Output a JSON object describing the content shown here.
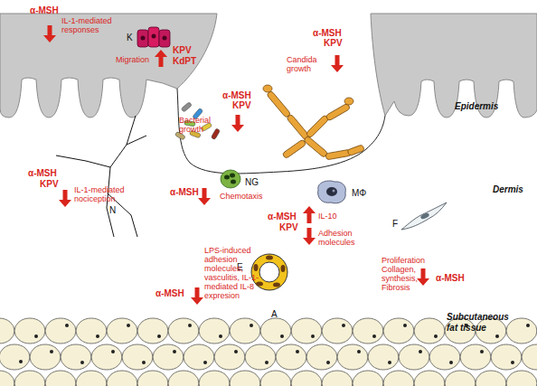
{
  "diagram": {
    "nodes": [
      {
        "text": [
          "K"
        ]
      },
      {
        "text": [
          "NG"
        ]
      },
      {
        "text": [
          "MΦ"
        ]
      },
      {
        "text": [
          "F"
        ]
      },
      {
        "text": [
          "E"
        ]
      },
      {
        "text": [
          "A"
        ]
      }
    ],
    "labels": [
      "α-MSH",
      "IL-1-mediated responses",
      "Migration",
      "KPV",
      "KdPT",
      "α-MSH",
      "KPV",
      "Bacterial growth",
      "α-MSH",
      "KPV",
      "Candida growth",
      "Epidermis",
      "α-MSH",
      "KPV",
      "IL-1-mediated nociception",
      "N",
      "α-MSH",
      "Chemotaxis",
      "α-MSH",
      "KPV",
      "IL-10",
      "Adhesion molecules",
      "Dermis",
      "Proliferation Collagen, synthesis, Fibrosis",
      "α-MSH",
      "α-MSH",
      "LPS-induced adhesion molecules, vasculitis, IL-1-mediated IL-8 expresion",
      "Subcutaneous fat tissue"
    ]
  }
}
